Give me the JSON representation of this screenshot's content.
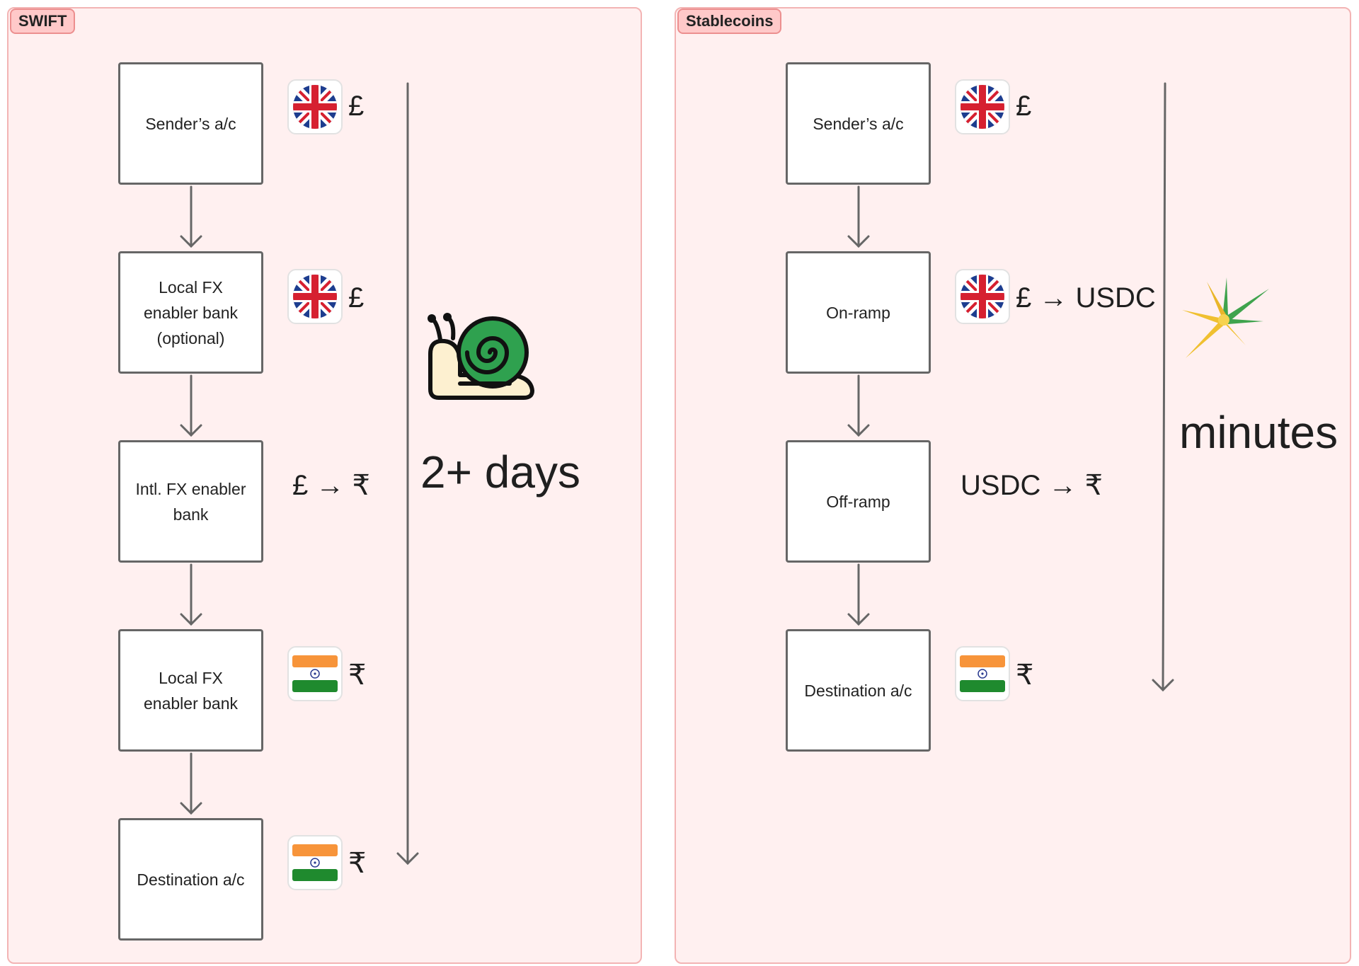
{
  "panels": {
    "swift": {
      "label": "SWIFT",
      "steps": [
        "Sender’s a/c",
        "Local FX\nenabler bank\n(optional)",
        "Intl. FX enabler\nbank",
        "Local FX\nenabler bank",
        "Destination a/c"
      ],
      "currencies": [
        "£",
        "£",
        "£ → ₹",
        "₹",
        "₹"
      ],
      "duration": "2+ days",
      "duration_icon": "snail-icon"
    },
    "stablecoins": {
      "label": "Stablecoins",
      "steps": [
        "Sender’s a/c",
        "On-ramp",
        "Off-ramp",
        "Destination a/c"
      ],
      "currencies": [
        "£",
        "£ → USDC",
        "USDC → ₹",
        "₹"
      ],
      "duration": "minutes",
      "duration_icon": "spark-icon"
    }
  },
  "flags": [
    "uk-flag-icon",
    "india-flag-icon"
  ],
  "colors": {
    "panel_bg": "#fff0f0",
    "panel_border": "#f3b4b4",
    "tag_bg": "#ffc9c9",
    "snail_shell": "#2fa14f",
    "snail_body": "#fdf0d0",
    "spark": "#f0c030"
  }
}
